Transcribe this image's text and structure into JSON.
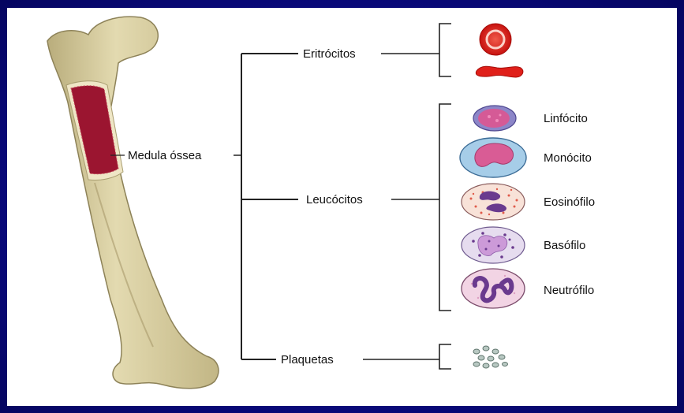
{
  "labels": {
    "medula": "Medula óssea",
    "eritrocitos": "Eritrócitos",
    "leucocitos": "Leucócitos",
    "plaquetas": "Plaquetas",
    "linfocito": "Linfócito",
    "monocito": "Monócito",
    "eosinofilo": "Eosinófilo",
    "basofilo": "Basófilo",
    "neutrofilo": "Neutrófilo"
  },
  "colors": {
    "background": "#0b0b7a",
    "panel": "#ffffff",
    "bone": "#d9cfa0",
    "marrow": "#9b1530",
    "erythrocyte": "#e0201a",
    "line": "#222222"
  }
}
